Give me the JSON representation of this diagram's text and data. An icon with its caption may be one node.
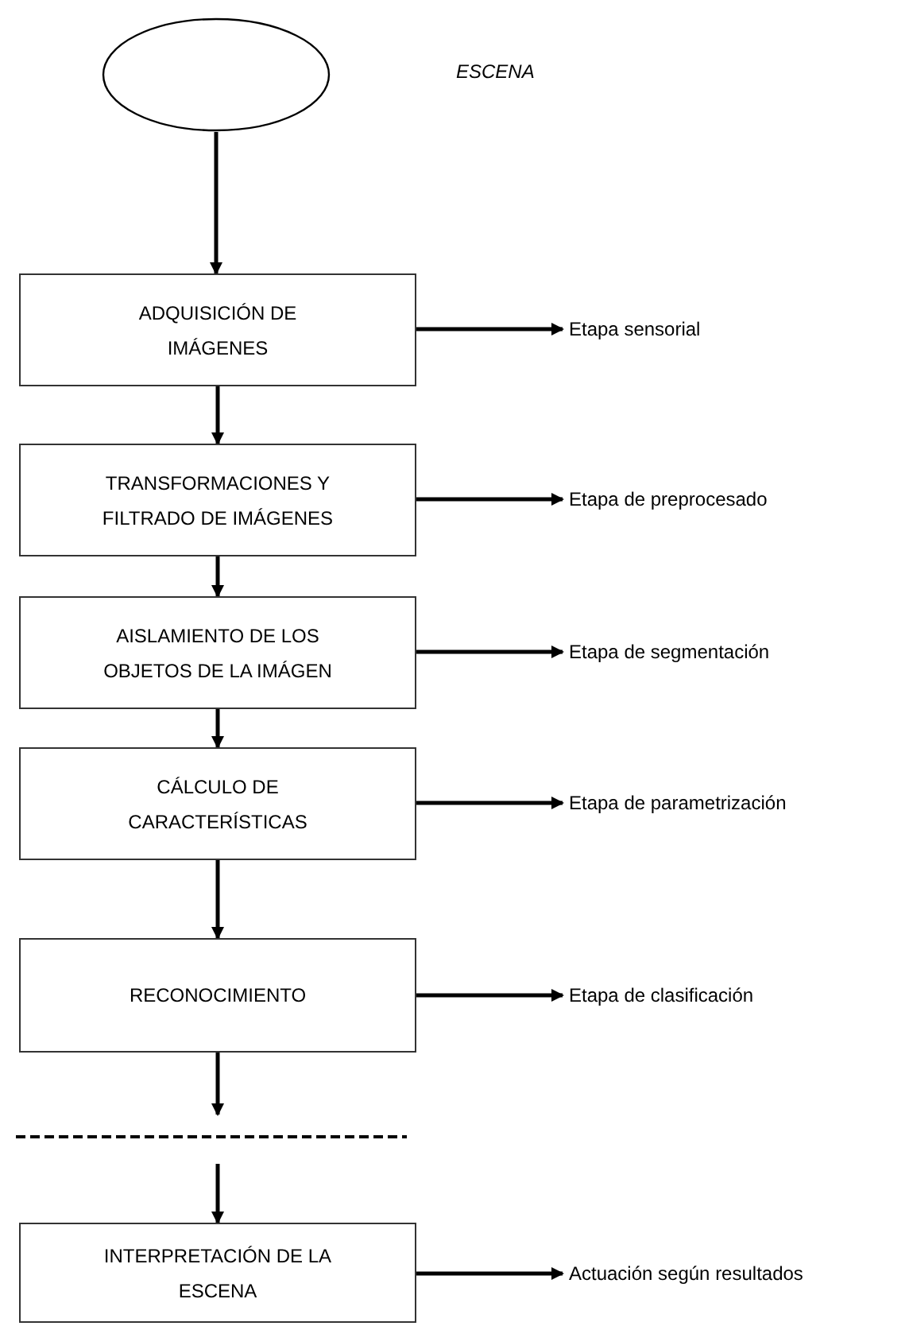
{
  "diagram": {
    "nodes": [
      {
        "text": [],
        "shape": "ellipse"
      },
      {
        "text": [
          "ADQUISICIÓN DE IMÁGENES"
        ]
      },
      {
        "text": [
          "Etapa sensorial"
        ]
      },
      {
        "text": [
          "TRANSFORMACIONES Y FILTRADO DE IMÁGENES"
        ]
      },
      {
        "text": [
          "Etapa de preprocesado"
        ]
      },
      {
        "text": [
          "AISLAMIENTO DE LOS OBJETOS DE LA IMÁGEN"
        ]
      },
      {
        "text": [
          "Etapa de segmentación"
        ]
      },
      {
        "text": [
          "CÁLCULO DE CARACTERÍSTICAS"
        ]
      },
      {
        "text": [
          "Etapa de parametrización"
        ]
      },
      {
        "text": [
          "RECONOCIMIENTO"
        ]
      },
      {
        "text": [
          "Etapa de clasificación"
        ]
      },
      {
        "text": [
          "INTERPRETACIÓN DE LA ESCENA"
        ]
      },
      {
        "text": [
          "Actuación según resultados"
        ]
      }
    ],
    "edges": [
      {
        "from": 0,
        "to": 1,
        "arrow": "to"
      },
      {
        "from": 1,
        "to": 3,
        "arrow": "to"
      },
      {
        "from": 3,
        "to": 5,
        "arrow": "to"
      },
      {
        "from": 5,
        "to": 7,
        "arrow": "to"
      },
      {
        "from": 7,
        "to": 9,
        "arrow": "to"
      },
      {
        "from": 9,
        "to": null,
        "arrow": "to"
      },
      {
        "from": null,
        "to": 11,
        "arrow": "to"
      },
      {
        "from": 1,
        "to": 2,
        "arrow": "to"
      },
      {
        "from": 3,
        "to": 4,
        "arrow": "to"
      },
      {
        "from": 5,
        "to": 6,
        "arrow": "to"
      },
      {
        "from": 7,
        "to": 8,
        "arrow": "to"
      },
      {
        "from": 9,
        "to": 10,
        "arrow": "to"
      },
      {
        "from": 11,
        "to": 12,
        "arrow": "to"
      }
    ],
    "labels": [
      "ESCENA"
    ]
  }
}
